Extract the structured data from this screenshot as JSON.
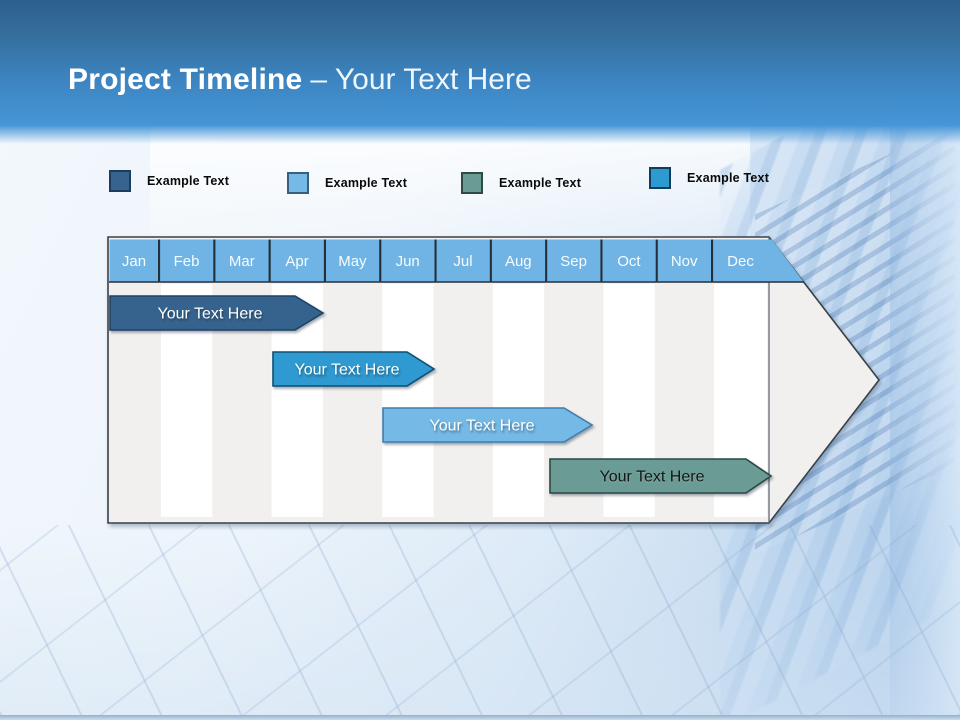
{
  "title": {
    "bold": "Project Timeline",
    "rest": "– Your Text Here"
  },
  "legend": {
    "items": [
      {
        "label": "Example Text",
        "color": "#36648e",
        "border": "#1c3c60"
      },
      {
        "label": "Example Text",
        "color": "#75bae7",
        "border": "#3a5f7d"
      },
      {
        "label": "Example Text",
        "color": "#6a9b94",
        "border": "#2d4a45"
      },
      {
        "label": "Example Text",
        "color": "#2d9ad2",
        "border": "#123d59"
      }
    ]
  },
  "timeline": {
    "months": [
      "Jan",
      "Feb",
      "Mar",
      "Apr",
      "May",
      "Jun",
      "Jul",
      "Aug",
      "Sep",
      "Oct",
      "Nov",
      "Dec"
    ],
    "header_color": "#6fb4e4",
    "body_color": "#f1f0ee",
    "outline_color": "#3a4149",
    "bars": [
      {
        "label": "Your Text Here",
        "color": "#36648e",
        "border": "#1e4265",
        "text_color": "#ffffff",
        "start": "Jan",
        "end": "Apr"
      },
      {
        "label": "Your Text Here",
        "color": "#2e9ad1",
        "border": "#10506f",
        "text_color": "#ffffff",
        "start": "Apr",
        "end": "May"
      },
      {
        "label": "Your Text Here",
        "color": "#74b9e6",
        "border": "#3f7dab",
        "text_color": "#ffffff",
        "start": "May",
        "end": "Aug"
      },
      {
        "label": "Your Text Here",
        "color": "#6a9b94",
        "border": "#2b4844",
        "text_color": "#161616",
        "start": "Aug",
        "end": "Dec"
      }
    ]
  }
}
